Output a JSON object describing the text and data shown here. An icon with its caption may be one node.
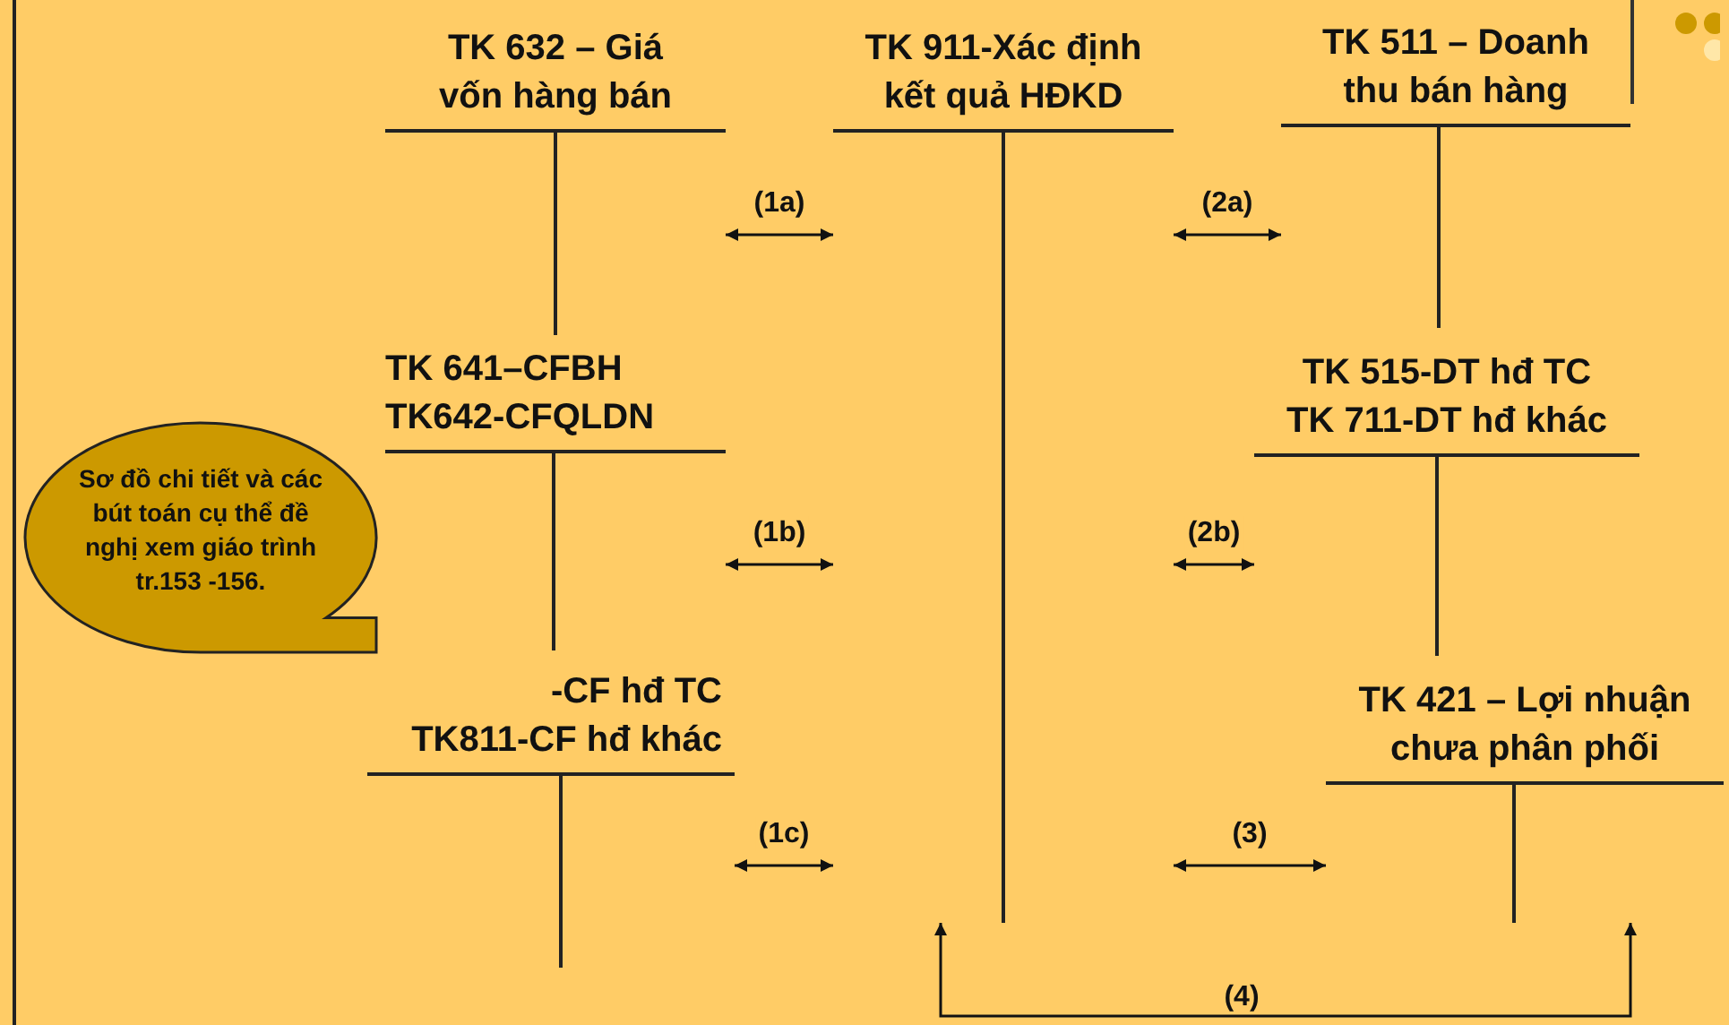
{
  "diagram": {
    "nodes": [
      {
        "text": [
          "TK 632 – Giá vốn hàng bán"
        ]
      },
      {
        "text": [
          "TK 911-Xác định kết quả HĐKD"
        ]
      },
      {
        "text": [
          "TK 511 – Doanh thu bán hàng"
        ]
      },
      {
        "text": [
          "TK 641–CFBH TK642-CFQLDN"
        ]
      },
      {
        "text": [
          "TK 515-DT hđ TC TK 711-DT hđ khác"
        ]
      },
      {
        "text": [
          "Sơ đồ chi tiết và các bút toán cụ thể đề nghị xem giáo trình tr.153 -156."
        ]
      },
      {
        "text": [
          "-CF hđ TC TK811-CF hđ khác"
        ]
      },
      {
        "text": [
          "TK 421 – Lợi nhuận chưa phân phối"
        ]
      }
    ],
    "edges": [
      {
        "from": 0,
        "to": 1,
        "arrow": "both",
        "label": "(1a)"
      },
      {
        "from": 3,
        "to": 1,
        "arrow": "both",
        "label": "(1b)"
      },
      {
        "from": 6,
        "to": 1,
        "arrow": "both",
        "label": "(1c)"
      },
      {
        "from": 1,
        "to": 2,
        "arrow": "both",
        "label": "(2a)"
      },
      {
        "from": 1,
        "to": 4,
        "arrow": "both",
        "label": "(2b)"
      },
      {
        "from": 1,
        "to": 7,
        "arrow": "both",
        "label": "(3)"
      },
      {
        "from": 1,
        "to": 7,
        "arrow": "both",
        "label": "(4)"
      }
    ]
  }
}
